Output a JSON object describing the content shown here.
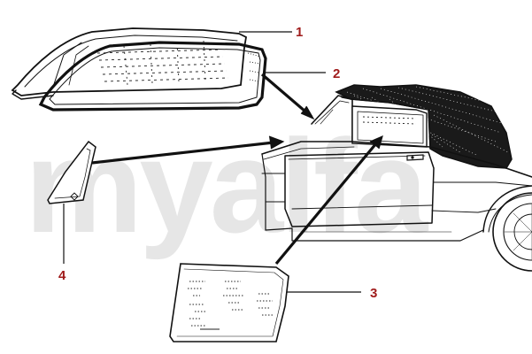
{
  "watermark": {
    "text": "myalfa",
    "color": "#e6e6e6"
  },
  "callouts": [
    {
      "number": "1",
      "part": "rear-window"
    },
    {
      "number": "2",
      "part": "rear-window-seal"
    },
    {
      "number": "3",
      "part": "door-window-glass"
    },
    {
      "number": "4",
      "part": "quarter-vent-glass"
    }
  ],
  "colors": {
    "callout_text": "#a01c1c",
    "line_art": "#111111",
    "background": "#ffffff"
  }
}
